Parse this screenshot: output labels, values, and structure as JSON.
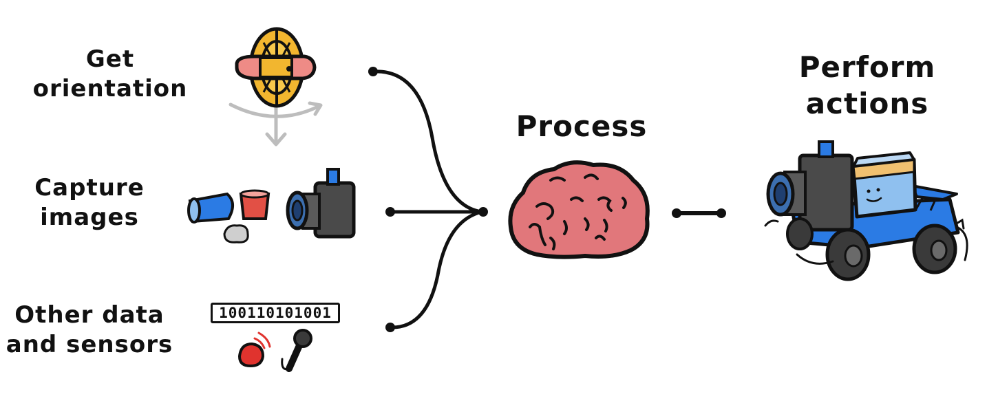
{
  "inputs": [
    {
      "lines": [
        "Get",
        "orientation"
      ],
      "icon": "gyroscope-icon"
    },
    {
      "lines": [
        "Capture",
        "images"
      ],
      "icon": "camera-icon"
    },
    {
      "lines": [
        "Other data",
        "and sensors"
      ],
      "icon": "sensors-icon"
    }
  ],
  "binary_readout": "100110101001",
  "process": {
    "label": "Process",
    "icon": "brain-icon"
  },
  "output": {
    "lines": [
      "Perform",
      "actions"
    ],
    "icon": "robot-car-icon"
  },
  "colors": {
    "ink": "#111111",
    "gyro_gold": "#f2b62f",
    "gyro_ring": "#ee8b86",
    "brain": "#e1777b",
    "robot_blue": "#2b7be4",
    "robot_head": "#8fc0ef",
    "robot_band": "#f0c070",
    "camera_gray": "#4a4a4a",
    "lens_blue": "#3c6fb0",
    "cup_red": "#e25045",
    "alert_red": "#e0332e",
    "arrow_gray": "#bdbdbd"
  }
}
